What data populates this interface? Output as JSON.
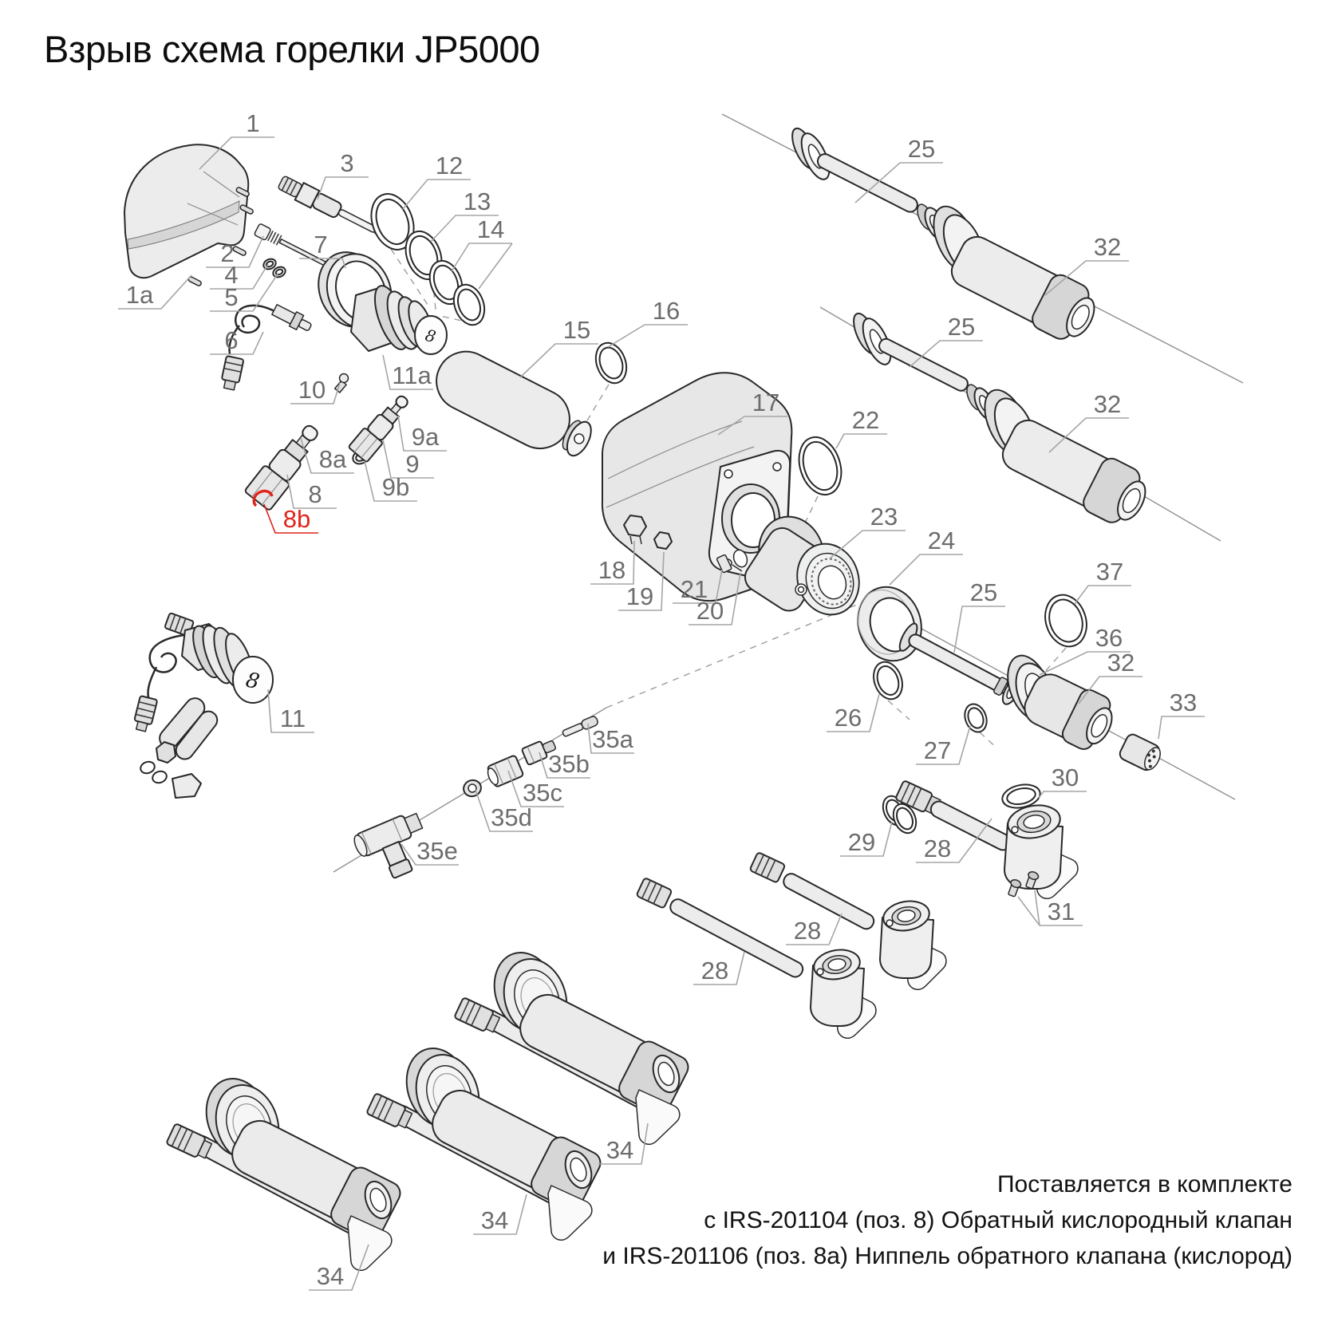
{
  "title": "Взрыв схема горелки JP5000",
  "note": {
    "line1": "Поставляется в комплекте",
    "line2": "с IRS-201104 (поз. 8) Обратный кислородный клапан",
    "line3": "и IRS-201106 (поз. 8а) Ниппель обратного клапана (кислород)"
  },
  "markings": {
    "valve_face": "8"
  },
  "colors": {
    "highlight": "#e02419",
    "label": "#6d6d6d",
    "leader": "#a5a5a5",
    "ink": "#282828",
    "fill_light": "#ececec",
    "background": "#ffffff"
  },
  "labels": {
    "l1": "1",
    "l1a": "1a",
    "l2": "2",
    "l3": "3",
    "l4": "4",
    "l5": "5",
    "l6": "6",
    "l7": "7",
    "l8": "8",
    "l8a": "8a",
    "l8b": "8b",
    "l9": "9",
    "l9a": "9a",
    "l9b": "9b",
    "l10": "10",
    "l11": "11",
    "l11a": "11a",
    "l12": "12",
    "l13": "13",
    "l14": "14",
    "l15": "15",
    "l16": "16",
    "l17": "17",
    "l18": "18",
    "l19": "19",
    "l20": "20",
    "l21": "21",
    "l22": "22",
    "l23": "23",
    "l24": "24",
    "l25": "25",
    "l26": "26",
    "l27": "27",
    "l28": "28",
    "l29": "29",
    "l30": "30",
    "l31": "31",
    "l32": "32",
    "l33": "33",
    "l34": "34",
    "l35a": "35a",
    "l35b": "35b",
    "l35c": "35c",
    "l35d": "35d",
    "l35e": "35e",
    "l36": "36",
    "l37": "37"
  }
}
